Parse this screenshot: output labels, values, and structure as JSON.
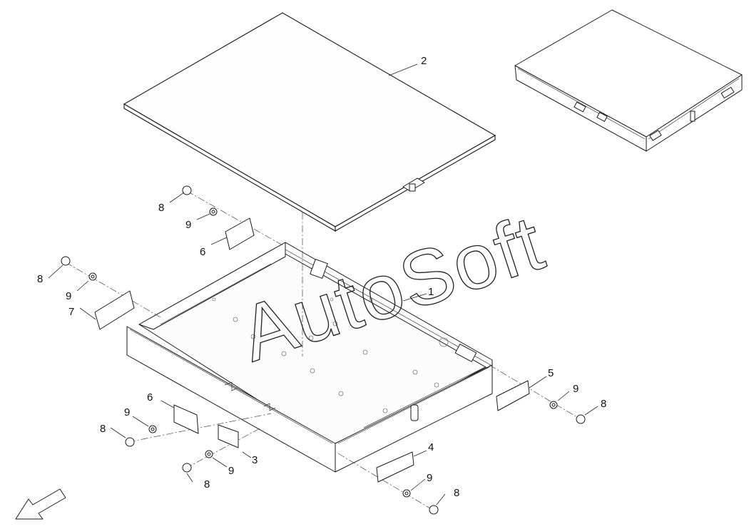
{
  "callouts": {
    "c1": "1",
    "c2": "2",
    "c3": "3",
    "c4": "4",
    "c5": "5",
    "c6a": "6",
    "c6b": "6",
    "c7": "7",
    "c8a": "8",
    "c8b": "8",
    "c8c": "8",
    "c8d": "8",
    "c8e": "8",
    "c8f": "8",
    "c9a": "9",
    "c9b": "9",
    "c9c": "9",
    "c9d": "9",
    "c9e": "9",
    "c9f": "9"
  },
  "watermark": "AutoSoft",
  "icons": {
    "direction": "direction-arrow-icon"
  }
}
